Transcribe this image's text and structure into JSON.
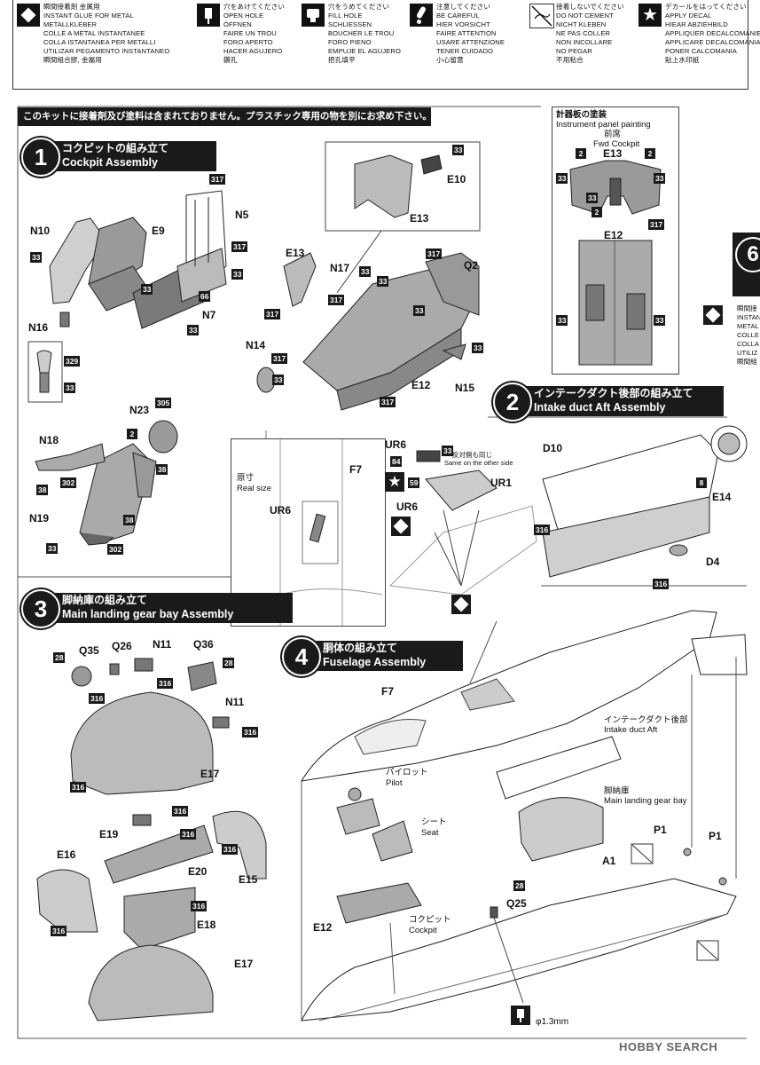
{
  "legend": [
    {
      "lines": [
        "瞬間接着剤  金属用",
        "INSTANT GLUE FOR METAL",
        "METALLKLEBER",
        "COLLE A METAL INSTANTANEE",
        "COLLA ISTANTANEA PER METALLI",
        "UTILIZAR PEGAMENTO INSTANTANEO",
        "瞬間組合膠, 金屬用"
      ],
      "icon": "diamond-glue-icon"
    },
    {
      "lines": [
        "穴をあけてください",
        "OPEN HOLE",
        "ÖFFNEN",
        "FAIRE UN TROU",
        "FORO APERTO",
        "HACER AGUJERO",
        "鑽孔"
      ],
      "icon": "drill-hole-icon"
    },
    {
      "lines": [
        "穴をうめてください",
        "FILL HOLE",
        "SCHLIESSEN",
        "BOUCHER LE TROU",
        "FORO PIENO",
        "EMPUJE EL AGUJERO",
        "把孔填平"
      ],
      "icon": "fill-hole-icon"
    },
    {
      "lines": [
        "注意してください",
        "BE CAREFUL",
        "HIER VORSICHT",
        "FAIRE ATTENTION",
        "USARE ATTENZIONE",
        "TENER CUIDADO",
        "小心留意"
      ],
      "icon": "careful-icon"
    },
    {
      "lines": [
        "接着しないでください",
        "DO NOT CEMENT",
        "NICHT KLEBEN",
        "NE PAS COLLER",
        "NON INCOLLARE",
        "NO PEGAR",
        "不用粘合"
      ],
      "icon": "no-cement-icon"
    },
    {
      "lines": [
        "デカールをはってください",
        "APPLY DECAL",
        "HIEAR ABZIEHBILD",
        "APPLIQUER DECALCOMANIE",
        "APPLICARE DECALCOMANIA",
        "PONER CALCOMANIA",
        "貼上水印紙"
      ],
      "icon": "star-decal-icon"
    }
  ],
  "notice": "このキットに接着剤及び塗料は含まれておりません。プラスチック専用の物を別にお求め下さい。",
  "steps": {
    "s1": {
      "num": "1",
      "jp": "コクピットの組み立て",
      "en": "Cockpit Assembly"
    },
    "s2": {
      "num": "2",
      "jp": "インテークダクト後部の組み立て",
      "en": "Intake duct Aft Assembly"
    },
    "s3": {
      "num": "3",
      "jp": "脚納庫の組み立て",
      "en": "Main landing gear bay Assembly"
    },
    "s4": {
      "num": "4",
      "jp": "胴体の組み立て",
      "en": "Fuselage Assembly"
    },
    "s6": {
      "num": "6"
    }
  },
  "panel_box": {
    "jp": "計器板の塗装",
    "en": "Instrument panel painting",
    "jp2": "前席",
    "en2": "Fwd Cockpit"
  },
  "real_size": {
    "jp": "原寸",
    "en": "Real size"
  },
  "same_other": {
    "jp": "反対側も同じ",
    "en": "Same on the other side"
  },
  "callouts": {
    "pilot_jp": "パイロット",
    "pilot_en": "Pilot",
    "seat_jp": "シート",
    "seat_en": "Seat",
    "cockpit_jp": "コクピット",
    "cockpit_en": "Cockpit",
    "intake_jp": "インテークダクト後部",
    "intake_en": "Intake duct Aft",
    "gear_jp": "脚納庫",
    "gear_en": "Main landing gear bay",
    "drill": "φ1.3mm"
  },
  "right_cut": [
    "瞬間接",
    "INSTAN",
    "METAL",
    "COLLE",
    "COLLA",
    "UTILIZ",
    "瞬間組"
  ],
  "watermark": "HOBBY SEARCH",
  "parts": {
    "N10": "N10",
    "E9": "E9",
    "N5": "N5",
    "N16": "N16",
    "N7": "N7",
    "E13": "E13",
    "E10": "E10",
    "N17": "N17",
    "Q2": "Q2",
    "N14": "N14",
    "E12": "E12",
    "N15": "N15",
    "N23": "N23",
    "N18": "N18",
    "N19": "N19",
    "F7": "F7",
    "UR6": "UR6",
    "UR1": "UR1",
    "D10": "D10",
    "E14": "E14",
    "D4": "D4",
    "Q35": "Q35",
    "Q26": "Q26",
    "N11": "N11",
    "Q36": "Q36",
    "E17": "E17",
    "E19": "E19",
    "E16": "E16",
    "E20": "E20",
    "E15": "E15",
    "E18": "E18",
    "P1": "P1",
    "A1": "A1",
    "Q25": "Q25"
  },
  "colors": {
    "c317": "317",
    "c33": "33",
    "c66": "66",
    "c329": "329",
    "c305": "305",
    "c2": "2",
    "c38": "38",
    "c302": "302",
    "c84": "84",
    "c59": "59",
    "c8": "8",
    "c316": "316",
    "c28": "28"
  }
}
